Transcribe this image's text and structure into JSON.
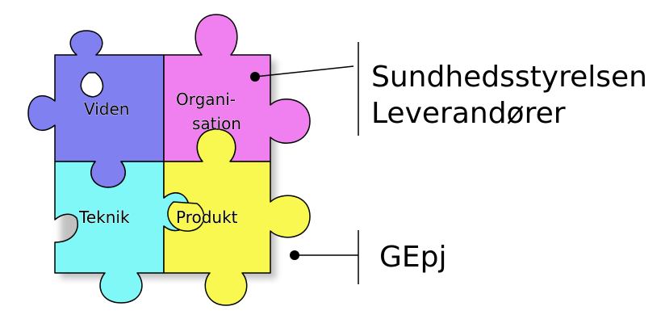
{
  "pieces": {
    "viden": {
      "label": "Viden",
      "color": "#8080f0"
    },
    "organisation": {
      "label_line1": "Organi-",
      "label_line2": "sation",
      "color": "#f080f0"
    },
    "teknik": {
      "label": "Teknik",
      "color": "#80f8f8"
    },
    "produkt": {
      "label": "Produkt",
      "color": "#f8f850"
    }
  },
  "callouts": {
    "top": {
      "line1": "Sundhedsstyrelsen",
      "line2": "Leverandører"
    },
    "bottom": {
      "line1": "GEpj"
    }
  },
  "colors": {
    "shadow": "#909090",
    "outline": "#000000",
    "background": "#ffffff"
  }
}
